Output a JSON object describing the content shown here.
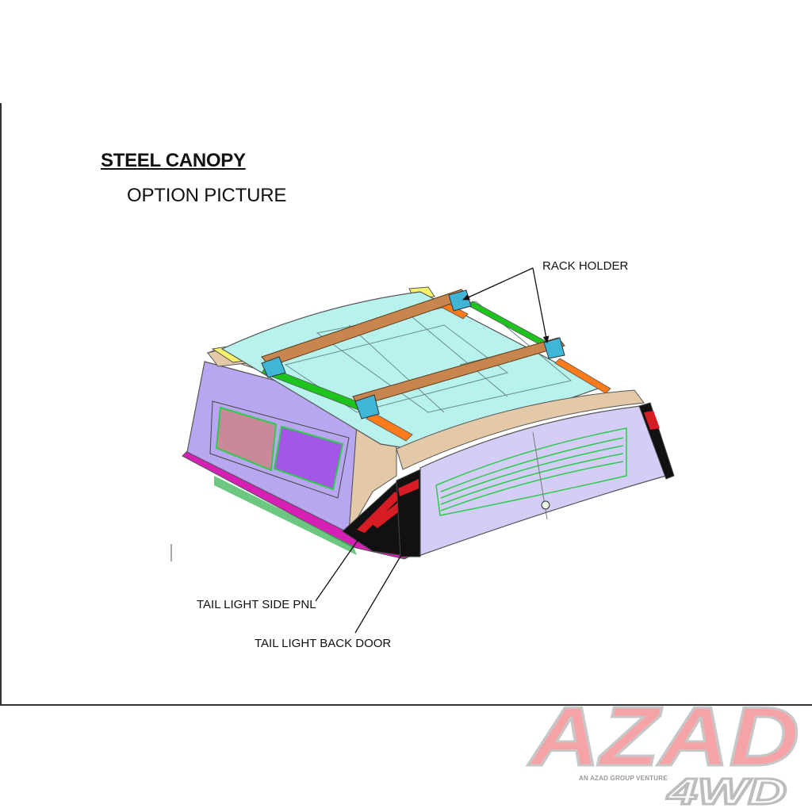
{
  "title": "STEEL CANOPY",
  "subtitle": "OPTION PICTURE",
  "labels": {
    "rack_holder": "RACK HOLDER",
    "tail_light_side": "TAIL LIGHT SIDE PNL",
    "tail_light_back": "TAIL LIGHT BACK DOOR"
  },
  "logo": {
    "brand": "AZAD",
    "sub": "4WD",
    "tagline": "AN AZAD GROUP VENTURE"
  },
  "colors": {
    "roof": "#b8f2ec",
    "side_panel": "#b9a6f0",
    "back_panel": "#d4cdf7",
    "frame": "#e3c9a8",
    "rail": "#c8864e",
    "green_trim": "#1ec41e",
    "orange_trim": "#ff7a1a",
    "magenta_trim": "#d61fb4",
    "tail_light_red": "#d81c24",
    "logo_red": "#f6a3a8"
  }
}
